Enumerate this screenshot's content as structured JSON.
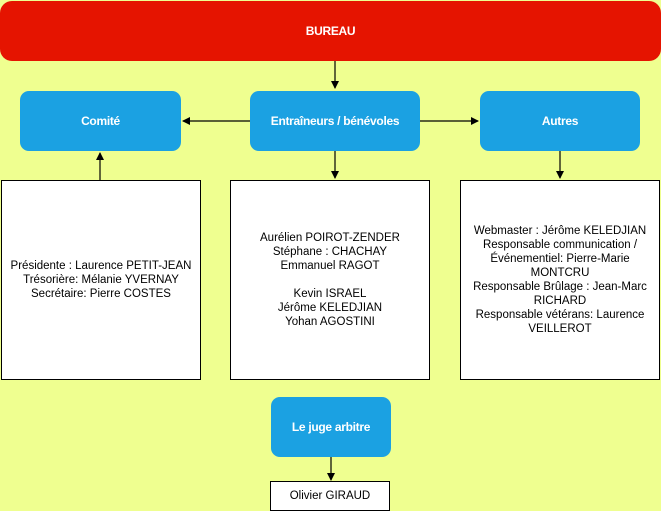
{
  "diagram": {
    "bureau": "BUREAU",
    "comite": "Comité",
    "entraineurs": "Entraîneurs / bénévoles",
    "autres": "Autres",
    "juge": "Le juge arbitre",
    "comite_members": [
      "Présidente : Laurence PETIT-JEAN",
      "Trésorière: Mélanie YVERNAY",
      "Secrétaire: Pierre COSTES"
    ],
    "entraineurs_group1": [
      "Aurélien POIROT-ZENDER",
      "Stéphane : CHACHAY",
      "Emmanuel RAGOT"
    ],
    "entraineurs_group2": [
      "Kevin ISRAEL",
      "Jérôme KELEDJIAN",
      "Yohan AGOSTINI"
    ],
    "autres_members": [
      "Webmaster : Jérôme KELEDJIAN",
      "Responsable communication / Événementiel: Pierre-Marie MONTCRU",
      "Responsable Brûlage : Jean-Marc RICHARD",
      "Responsable vétérans: Laurence VEILLEROT"
    ],
    "juge_name": "Olivier GIRAUD"
  },
  "colors": {
    "background": "#efff90",
    "bureau": "#e51400",
    "node": "#1ba1e2"
  }
}
